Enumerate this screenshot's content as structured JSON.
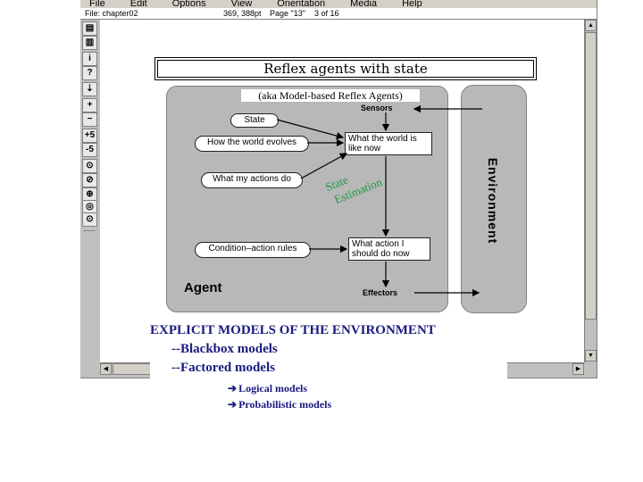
{
  "menu": [
    "File",
    "Edit",
    "Options",
    "View",
    "Orientation",
    "Media",
    "Help"
  ],
  "status": {
    "file": "File: chapter02",
    "coords": "369, 388pt",
    "page": "Page \"13\"",
    "of": "3 of 16"
  },
  "toolbar": [
    "▤",
    "▥",
    "i",
    "?",
    "⇣",
    "+",
    "−",
    "+5",
    "-5",
    "⊙",
    "⊘",
    "⊕",
    "◎",
    "⊙"
  ],
  "slide": {
    "title": "Reflex agents with state",
    "subtitle": "(aka Model-based Reflex Agents)",
    "sensors": "Sensors",
    "effectors": "Effectors",
    "agent": "Agent",
    "environment": "Environment",
    "state": "State",
    "how_world_evolves": "How the world evolves",
    "what_actions_do": "What my actions do",
    "condition_rules": "Condition–action rules",
    "what_world_like": "What the world is like now",
    "what_action": "What action I should do now",
    "state_est_1": "State",
    "state_est_2": "Estimation"
  },
  "bottom": {
    "heading": "EXPLICIT MODELS OF THE ENVIRONMENT",
    "line1": "--Blackbox models",
    "line2": "--Factored models",
    "sub1": "Logical models",
    "sub2": "Probabilistic models"
  },
  "colors": {
    "panel": "#b8b8b8",
    "text_blue": "#1a1a80",
    "annotation_green": "#1a9a40"
  }
}
